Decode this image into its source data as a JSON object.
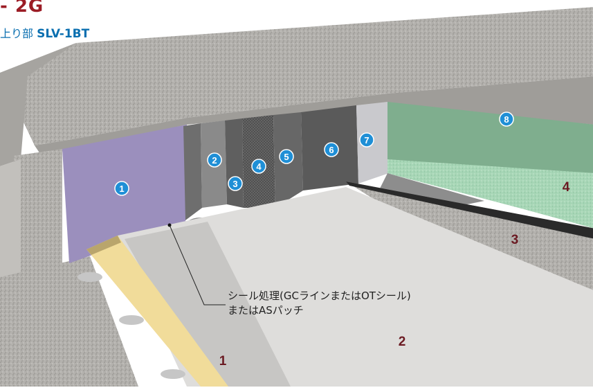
{
  "header": {
    "title": "- 2G",
    "subtitle_prefix": "上り部",
    "subtitle_code": "SLV-1BT"
  },
  "callouts": {
    "circle": [
      "1",
      "2",
      "3",
      "4",
      "5",
      "6",
      "7",
      "8"
    ],
    "numbers": [
      "1",
      "2",
      "3",
      "4"
    ]
  },
  "annotation": {
    "line1": "シール処理(GCラインまたはOTシール)",
    "line2": "またはASパッチ"
  },
  "colors": {
    "concrete": "#b8b6b2",
    "membrane_purple": "#9b8fbd",
    "green": "#9ccfae",
    "insulation": "#f1dc9a",
    "sheet": "#dcdcdc",
    "badge": "#1f8fd6",
    "num": "#6b1a22"
  }
}
